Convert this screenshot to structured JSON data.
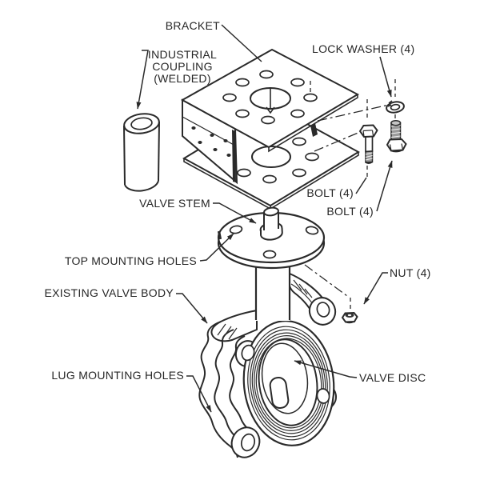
{
  "diagram": {
    "background": "#ffffff",
    "line_color": "#2a2a2a",
    "text_color": "#262626",
    "labels": {
      "bracket": "BRACKET",
      "industrial_coupling_line1": "INDUSTRIAL",
      "industrial_coupling_line2": "COUPLING",
      "industrial_coupling_line3": "(WELDED)",
      "lock_washer": "LOCK WASHER (4)",
      "valve_stem": "VALVE STEM",
      "top_mounting_holes": "TOP MOUNTING HOLES",
      "existing_valve_body": "EXISTING VALVE BODY",
      "lug_mounting_holes": "LUG MOUNTING HOLES",
      "bolt_a": "BOLT (4)",
      "bolt_b": "BOLT (4)",
      "nut": "NUT (4)",
      "valve_disc": "VALVE DISC"
    }
  }
}
